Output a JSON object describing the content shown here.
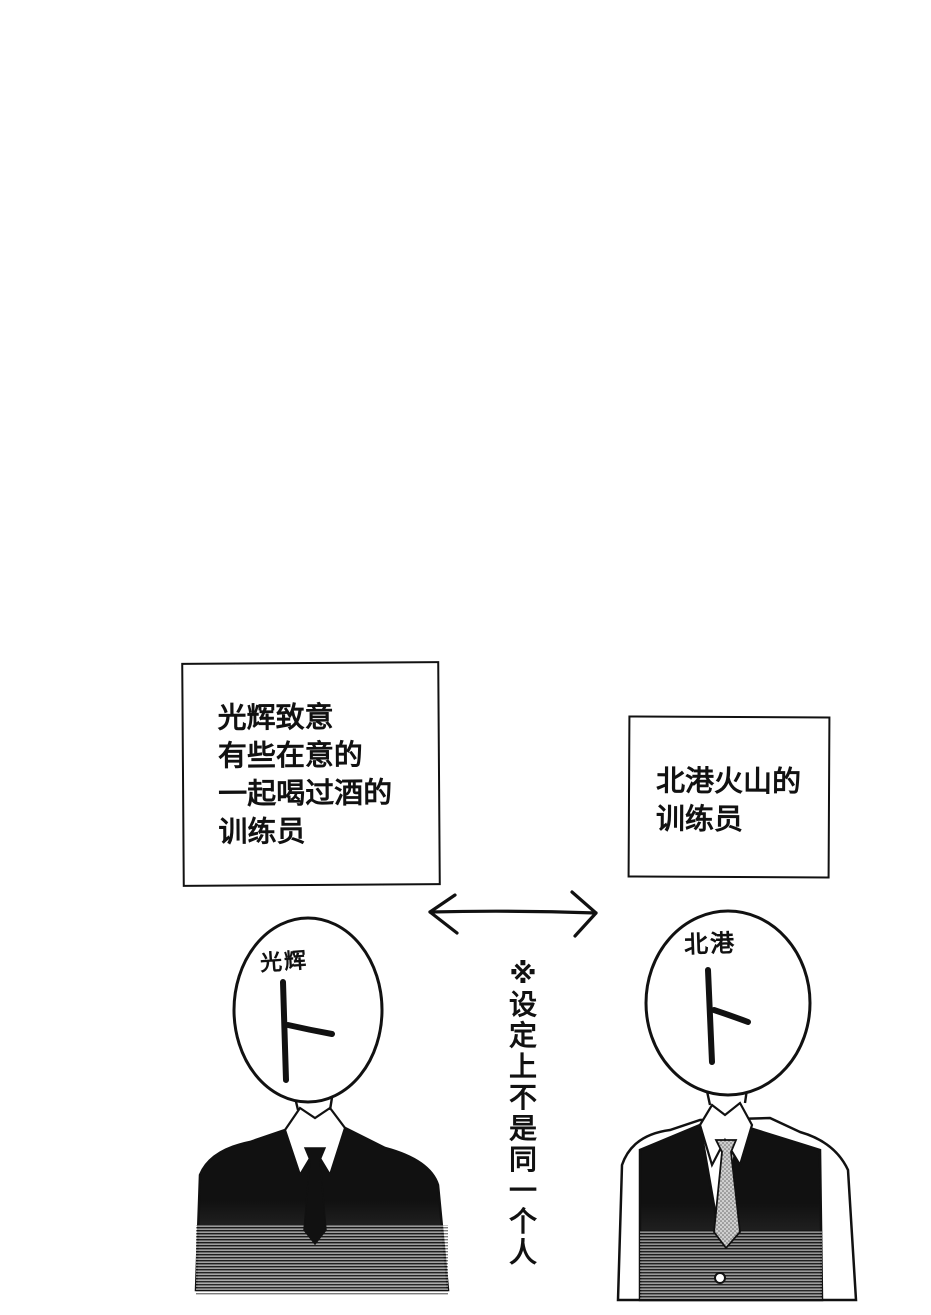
{
  "left_caption": {
    "lines": [
      "光辉致意",
      "有些在意的",
      "一起喝过酒的",
      "训练员"
    ]
  },
  "right_caption": {
    "lines": [
      "北港火山的",
      "训练员"
    ]
  },
  "left_face_label": "光辉",
  "right_face_label": "北港",
  "vertical_note": [
    "※",
    "设",
    "定",
    "上",
    "不",
    "是",
    "同",
    "一",
    "个",
    "人"
  ],
  "icons": {
    "arrow": "double-headed-arrow-icon",
    "face_glyph": "katakana-to-glyph"
  }
}
